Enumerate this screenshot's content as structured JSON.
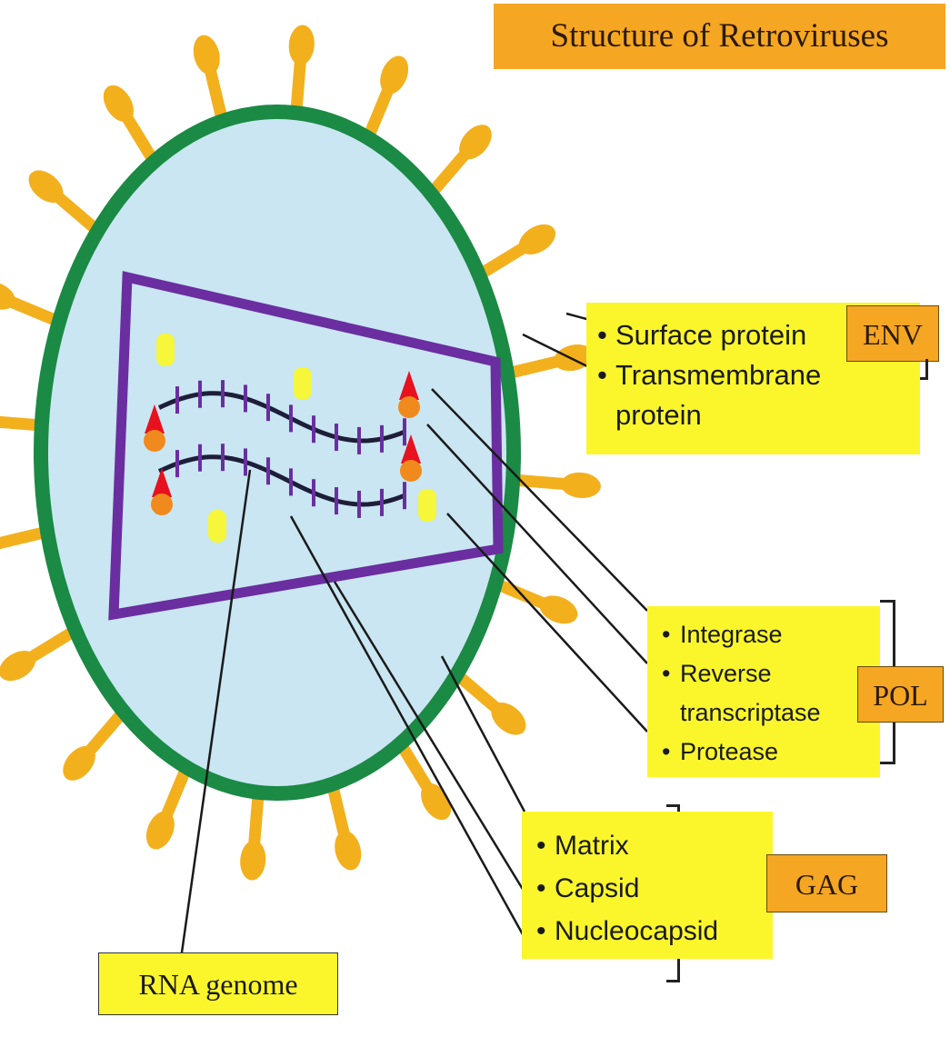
{
  "title": "Structure of Retroviruses",
  "colors": {
    "envelope": "#1a8a44",
    "interior": "#c9e6f2",
    "spike": "#f3b01d",
    "capsid": "#6a2ea0",
    "rna": "#1e1e3a",
    "enzyme_orange": "#f08a1c",
    "enzyme_red": "#e8111e",
    "matrix_yellow": "#f6f63a",
    "label_yellow": "#fbf62c",
    "tag_orange": "#f5a623"
  },
  "env": {
    "items": [
      "Surface protein",
      "Transmembrane protein"
    ],
    "tag": "ENV"
  },
  "pol": {
    "items": [
      "Integrase",
      "Reverse transcriptase",
      "Protease"
    ],
    "tag": "POL"
  },
  "gag": {
    "items": [
      "Matrix",
      "Capsid",
      "Nucleocapsid"
    ],
    "tag": "GAG"
  },
  "rna_label": "RNA genome"
}
